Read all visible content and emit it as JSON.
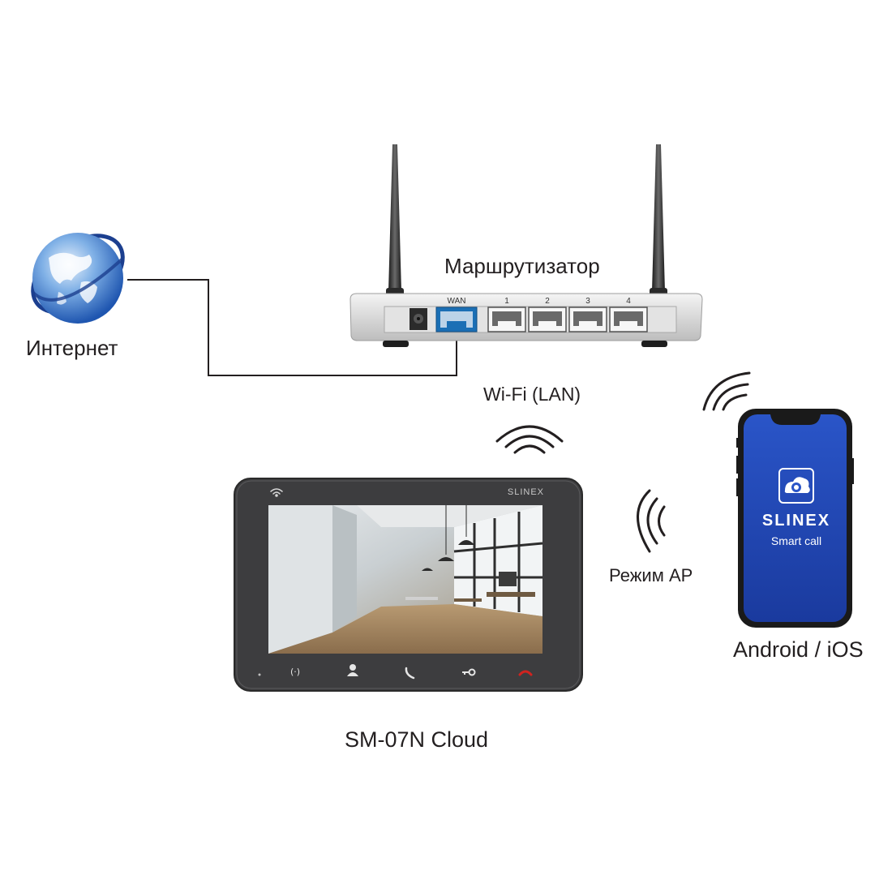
{
  "labels": {
    "internet": "Интернет",
    "router": "Маршрутизатор",
    "wifi_lan": "Wi-Fi (LAN)",
    "ap_mode": "Режим AP",
    "phone_os": "Android / iOS",
    "monitor_model": "SM-07N Cloud"
  },
  "router": {
    "wan_label": "WAN",
    "ports": [
      "1",
      "2",
      "3",
      "4"
    ]
  },
  "monitor": {
    "brand": "SLINEX",
    "buttons": [
      "intercom-icon",
      "person-icon",
      "handset-answer-icon",
      "key-icon",
      "handset-hangup-icon"
    ]
  },
  "phone": {
    "app_brand": "SLINEX",
    "app_subtitle": "Smart call"
  },
  "colors": {
    "wan_port": "#1b6fb5",
    "phone_screen": "#1d3fa3",
    "hangup": "#d0231f",
    "monitor_body": "#3d3d3f",
    "globe": "#2a69c4"
  }
}
